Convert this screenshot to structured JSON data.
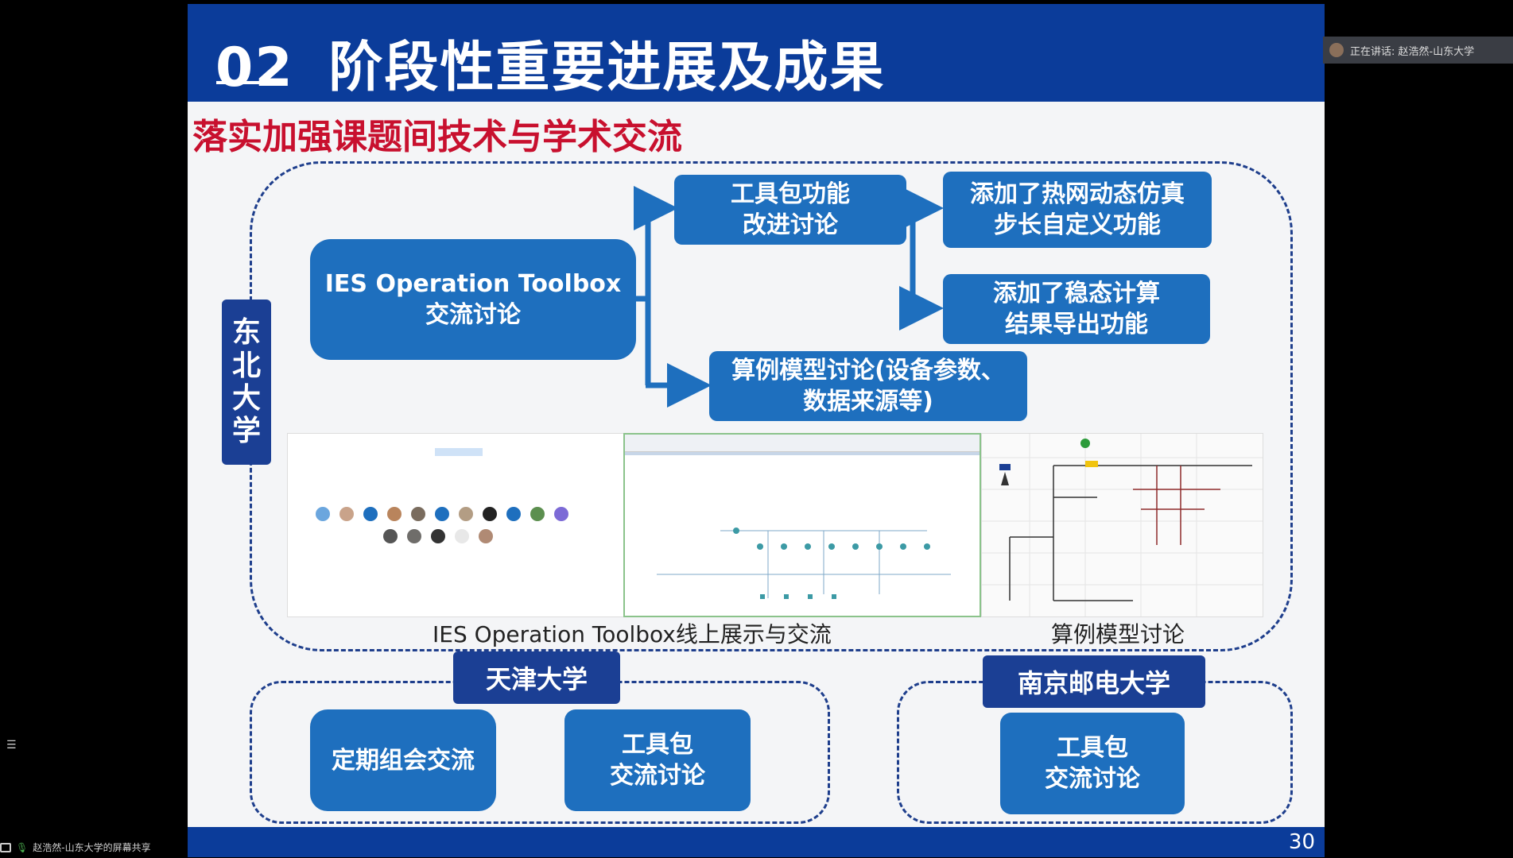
{
  "slide": {
    "section_number": "02",
    "title": "阶段性重要进展及成果",
    "subtitle": "落实加强课题间技术与学术交流",
    "page_number": "30"
  },
  "northeastern": {
    "tag": "东\n北\n大\n学",
    "main_node": "IES Operation Toolbox\n交流讨论",
    "toolbox_node": "工具包功能\n改进讨论",
    "case_node": "算例模型讨论(设备参数、\n数据来源等)",
    "feature1": "添加了热网动态仿真\n步长自定义功能",
    "feature2": "添加了稳态计算\n结果导出功能",
    "caption_left": "IES Operation Toolbox线上展示与交流",
    "caption_right": "算例模型讨论"
  },
  "tianjin": {
    "tag": "天津大学",
    "node1": "定期组会交流",
    "node2": "工具包\n交流讨论"
  },
  "nanjing": {
    "tag": "南京邮电大学",
    "node1": "工具包\n交流讨论"
  },
  "meeting": {
    "speaker_banner": "正在讲话: 赵浩然-山东大学",
    "share_label": "赵浩然-山东大学的屏幕共享"
  },
  "colors": {
    "header": "#0b3c9a",
    "node": "#1e6fbe",
    "subtitle": "#c8102e",
    "dash": "#1e3e8c"
  }
}
